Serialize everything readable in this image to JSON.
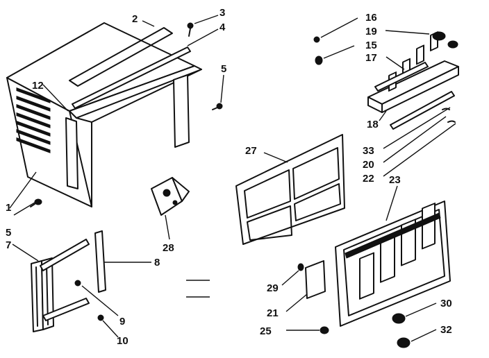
{
  "callouts": {
    "c1": "1",
    "c2": "2",
    "c3": "3",
    "c4": "4",
    "c5a": "5",
    "c5b": "5",
    "c7": "7",
    "c8": "8",
    "c9": "9",
    "c10": "10",
    "c12": "12",
    "c15": "15",
    "c16": "16",
    "c17": "17",
    "c18": "18",
    "c19": "19",
    "c20": "20",
    "c21": "21",
    "c22": "22",
    "c23": "23",
    "c25": "25",
    "c27": "27",
    "c28": "28",
    "c29": "29",
    "c30": "30",
    "c32": "32",
    "c33": "33"
  },
  "colors": {
    "ink": "#111111",
    "paper": "#ffffff",
    "filter_speckle": "#888888"
  }
}
